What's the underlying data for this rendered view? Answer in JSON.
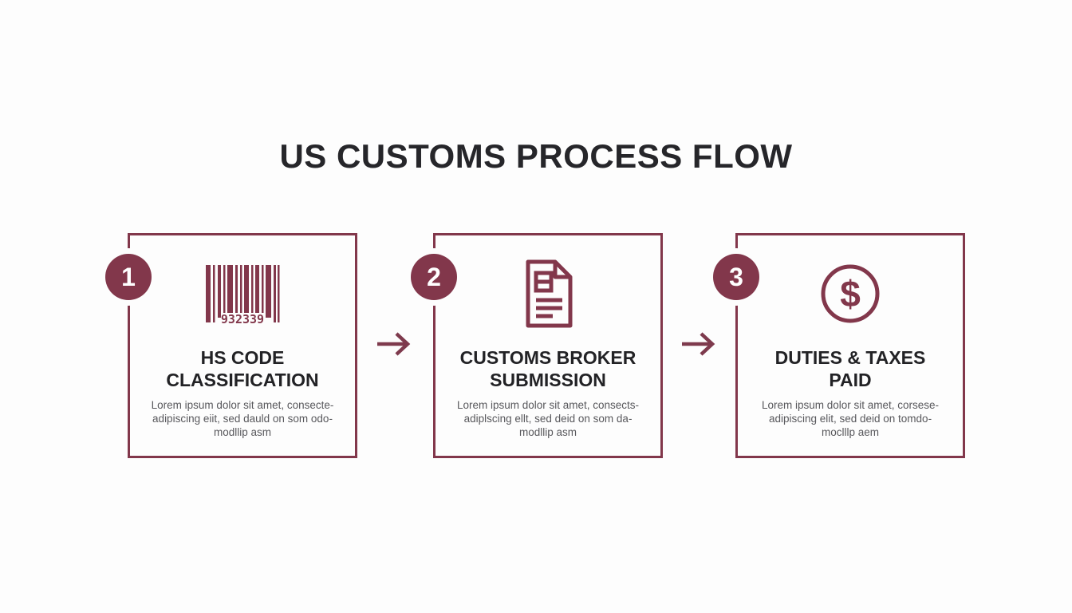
{
  "page": {
    "title": "US CUSTOMS PROCESS FLOW",
    "background_color": "#fdfdfd",
    "accent_color": "#82374b",
    "title_color": "#26262a"
  },
  "steps": [
    {
      "number": "1",
      "icon": "barcode-icon",
      "barcode_digits": "932339",
      "title": "HS CODE\nCLASSIFICATION",
      "description": "Lorem ipsum dolor sit amet, consecte-\nadipiscing eiit, sed dauld on som odo-\nmodllip asm"
    },
    {
      "number": "2",
      "icon": "document-icon",
      "title": "CUSTOMS BROKER\nSUBMISSION",
      "description": "Lorem ipsum dolor sit amet, consects-\nadiplscing ellt, sed deid on som da-\nmodllip asm"
    },
    {
      "number": "3",
      "icon": "dollar-circle-icon",
      "title": "DUTIES & TAXES\nPAID",
      "description": "Lorem ipsum dolor sit amet, corsese-\nadipiscing elit, sed deid on tomdo-\nmoclllp aem"
    }
  ],
  "connectors": [
    {
      "icon": "arrow-right-icon"
    },
    {
      "icon": "arrow-right-icon"
    }
  ]
}
